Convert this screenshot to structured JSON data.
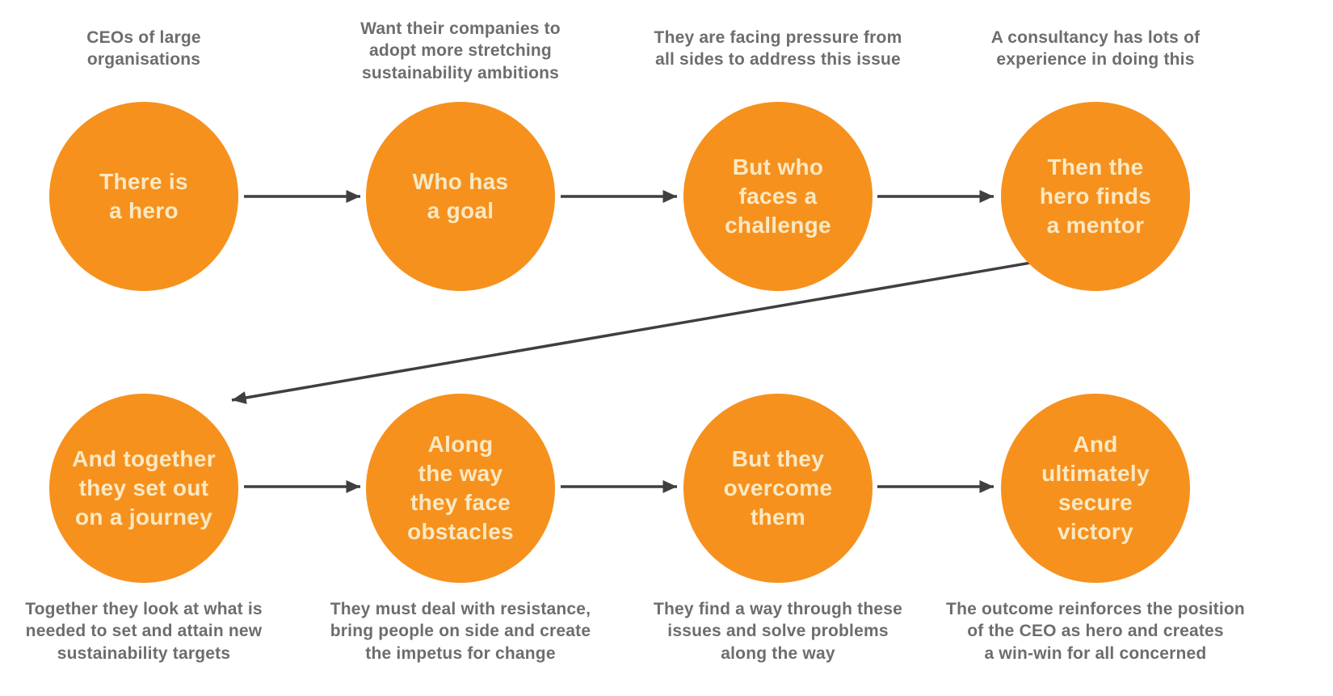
{
  "diagram": {
    "kind": "hero-journey-flow",
    "colors": {
      "background": "#FFFFFF",
      "circle_fill": "#F6911E",
      "circle_text": "#FAE9C4",
      "annotation_text": "#6D6D6D",
      "arrow": "#3F3F3F"
    },
    "steps": [
      {
        "label": "There is\na hero",
        "annotation": "CEOs of large\norganisations",
        "annotation_position": "above"
      },
      {
        "label": "Who has\na goal",
        "annotation": "Want their companies to\nadopt more stretching\nsustainability ambitions",
        "annotation_position": "above"
      },
      {
        "label": "But who\nfaces a\nchallenge",
        "annotation": "They are facing pressure from\nall sides to address this issue",
        "annotation_position": "above"
      },
      {
        "label": "Then the\nhero finds\na mentor",
        "annotation": "A consultancy has lots of\nexperience in doing this",
        "annotation_position": "above"
      },
      {
        "label": "And together\nthey set out\non a journey",
        "annotation": "Together they look at what is\nneeded to set and attain new\nsustainability targets",
        "annotation_position": "below"
      },
      {
        "label": "Along\nthe way\nthey face\nobstacles",
        "annotation": "They must deal with resistance,\nbring people on side and create\nthe impetus for change",
        "annotation_position": "below"
      },
      {
        "label": "But they\novercome\nthem",
        "annotation": "They find a way through these\nissues and solve problems\nalong the way",
        "annotation_position": "below"
      },
      {
        "label": "And\nultimately\nsecure\nvictory",
        "annotation": "The outcome reinforces the position\nof the CEO as hero and creates\na win-win for all concerned",
        "annotation_position": "below"
      }
    ]
  }
}
